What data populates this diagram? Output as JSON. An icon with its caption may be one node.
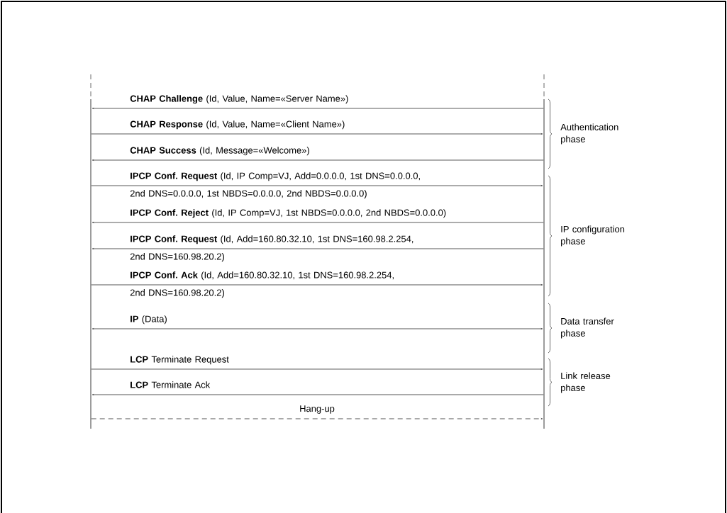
{
  "diagram": {
    "nodes": [
      {
        "text": [],
        "shape": "line"
      },
      {
        "text": [],
        "shape": "line"
      }
    ],
    "edges": [
      {
        "from": 1,
        "to": 0,
        "arrow": "to",
        "label": "**CHAP Challenge** (Id, Value, Name=«Server Name»)"
      },
      {
        "from": 0,
        "to": 1,
        "arrow": "to",
        "label": "**CHAP Response** (Id, Value, Name=«Client Name»)"
      },
      {
        "from": 1,
        "to": 0,
        "arrow": "to",
        "label": "**CHAP Success** (Id, Message=«Welcome»)"
      },
      {
        "from": 0,
        "to": 1,
        "arrow": "to",
        "label": "**IPCP Conf. Request** (Id, IP Comp=VJ, Add=0.0.0.0, 1st DNS=0.0.0.0, 2nd DNS=0.0.0.0, 1st NBDS=0.0.0.0, 2nd NBDS=0.0.0.0)"
      },
      {
        "from": 1,
        "to": 0,
        "arrow": "to",
        "label": "**IPCP Conf. Reject** (Id, IP Comp=VJ, 1st NBDS=0.0.0.0, 2nd NBDS=0.0.0.0)"
      },
      {
        "from": 1,
        "to": 0,
        "arrow": "to",
        "label": "**IPCP Conf. Request** (Id, Add=160.80.32.10, 1st DNS=160.98.2.254, 2nd DNS=160.98.20.2)"
      },
      {
        "from": 0,
        "to": 1,
        "arrow": "to",
        "label": "**IPCP Conf. Ack** (Id, Add=160.80.32.10, 1st DNS=160.98.2.254, 2nd DNS=160.98.20.2)"
      },
      {
        "from": 0,
        "to": 1,
        "arrow": "both",
        "label": "**IP** (Data)"
      },
      {
        "from": 0,
        "to": 1,
        "arrow": "to",
        "label": "**LCP** Terminate Request"
      },
      {
        "from": 1,
        "to": 0,
        "arrow": "to",
        "label": "**LCP** Terminate Ack"
      },
      {
        "from": 0,
        "to": 1,
        "arrow": "to",
        "label": "Hang-up",
        "style": "dashed"
      }
    ],
    "labels": [
      "Authentication phase",
      "IP configuration phase",
      "Data transfer phase",
      "Link release phase"
    ]
  }
}
